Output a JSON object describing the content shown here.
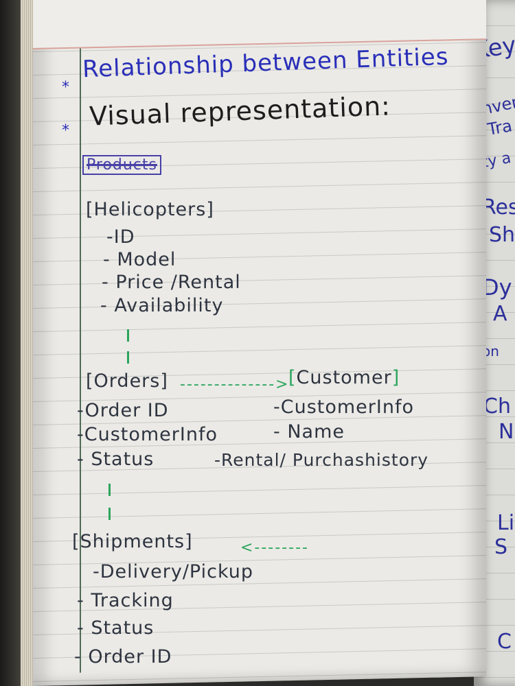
{
  "heading": {
    "title": "Relationship between Entities",
    "subtitle": "Visual representation:",
    "struck_label": "Products"
  },
  "entities": {
    "helicopters": {
      "label": "Helicopters",
      "fields": [
        "-ID",
        "- Model",
        "- Price /Rental",
        "- Availability"
      ]
    },
    "orders": {
      "label": "Orders",
      "fields": [
        "-Order ID",
        "-CustomerInfo",
        "- Status"
      ]
    },
    "customer": {
      "label": "Customer",
      "fields": [
        "-CustomerInfo",
        "- Name",
        "-Rental/ Purchashistory"
      ]
    },
    "shipments": {
      "label": "Shipments",
      "fields": [
        "-Delivery/Pickup",
        "- Tracking",
        "- Status",
        "- Order ID"
      ]
    }
  },
  "bullets": [
    "*",
    "*"
  ],
  "connectors": {
    "orders_to_customer": "-------------->",
    "to_shipments": "<--------",
    "vertical": "|"
  },
  "right_page_fragments": [
    "Key",
    "Inven",
    "Tra",
    "ity a",
    "Res",
    "Sh",
    "Dy",
    "A",
    "on",
    "Ch",
    "N",
    "Li",
    "S",
    "C"
  ]
}
